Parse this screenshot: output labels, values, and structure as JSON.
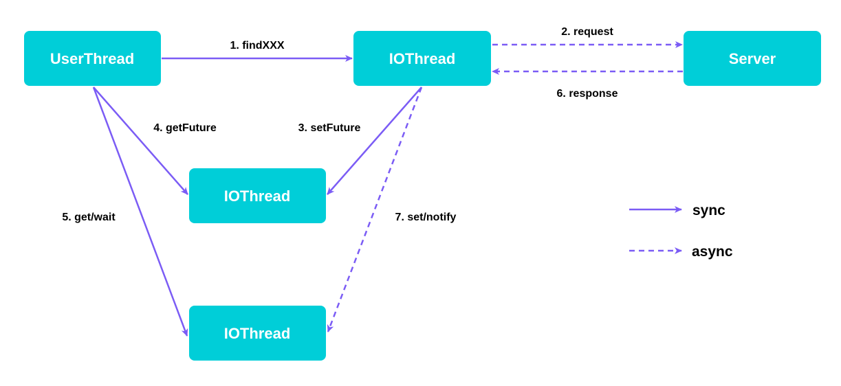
{
  "colors": {
    "node_fill": "#00CED8",
    "node_text": "#FFFFFF",
    "edge": "#7B5CF5",
    "label": "#000000"
  },
  "nodes": {
    "user_thread": "UserThread",
    "io_thread_top": "IOThread",
    "server": "Server",
    "io_thread_mid": "IOThread",
    "io_thread_bottom": "IOThread"
  },
  "edges": {
    "find": "1. findXXX",
    "request": "2. request",
    "set_future": "3. setFuture",
    "get_future": "4. getFuture",
    "get_wait": "5. get/wait",
    "response": "6. response",
    "set_notify": "7. set/notify"
  },
  "legend": {
    "sync": "sync",
    "async": "async"
  }
}
